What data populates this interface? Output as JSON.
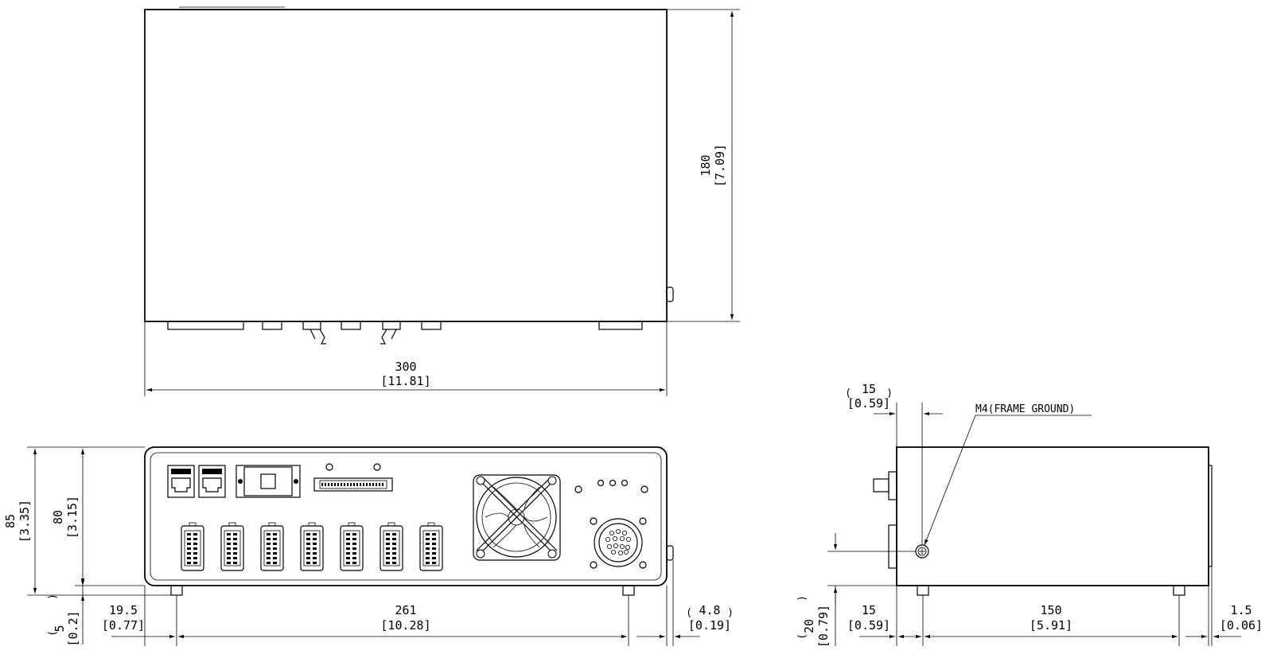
{
  "top_view": {
    "width_mm": "300",
    "width_in": "[11.81]",
    "depth_mm": "180",
    "depth_in": "[7.09]"
  },
  "front_view": {
    "height_total_mm": "85",
    "height_total_in": "[3.35]",
    "height_body_mm": "80",
    "height_body_in": "[3.15]",
    "foot_height_mm": "5",
    "foot_height_in": "[0.2]",
    "left_offset_mm": "19.5",
    "left_offset_in": "[0.77]",
    "foot_pitch_mm": "261",
    "foot_pitch_in": "[10.28]",
    "knob_mm": "4.8",
    "knob_in": "[0.19]"
  },
  "side_view": {
    "ground_label": "M4(FRAME GROUND)",
    "top_offset_mm": "15",
    "top_offset_in": "[0.59]",
    "ground_height_mm": "20",
    "ground_height_in": "[0.79]",
    "left_offset_mm": "15",
    "left_offset_in": "[0.59]",
    "foot_pitch_mm": "150",
    "foot_pitch_in": "[5.91]",
    "right_offset_mm": "1.5",
    "right_offset_in": "[0.06]"
  }
}
